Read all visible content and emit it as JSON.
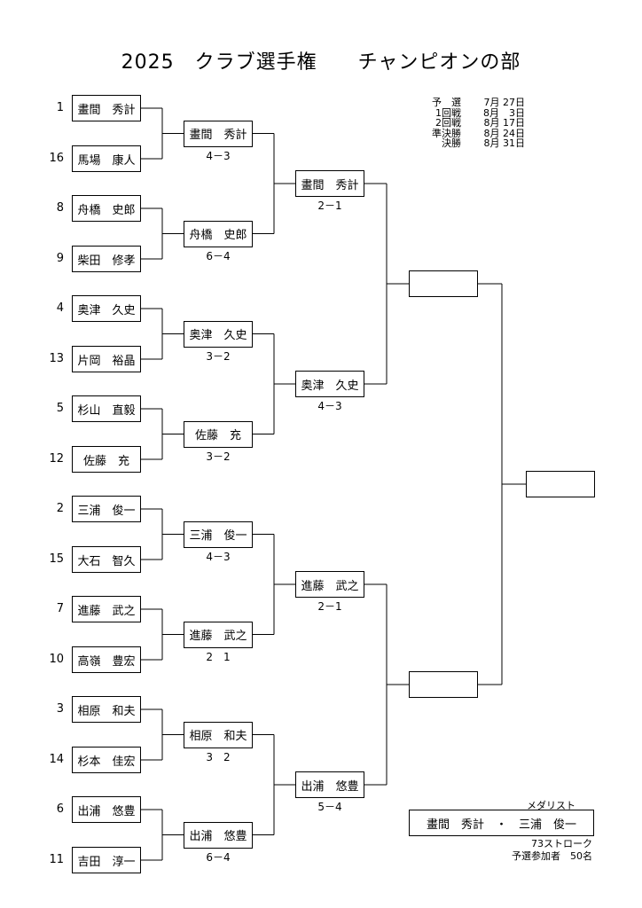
{
  "title": "2025　クラブ選手権　　チャンピオンの部",
  "schedule": [
    {
      "round": "予　選",
      "date": "7月 27日"
    },
    {
      "round": "1回戦",
      "date": "8月　3日"
    },
    {
      "round": "2回戦",
      "date": "8月 17日"
    },
    {
      "round": "準決勝",
      "date": "8月 24日"
    },
    {
      "round": "決勝",
      "date": "8月 31日"
    }
  ],
  "round1": [
    {
      "seed": "1",
      "name": "畫間　秀計"
    },
    {
      "seed": "16",
      "name": "馬場　康人"
    },
    {
      "seed": "8",
      "name": "舟橋　史郎"
    },
    {
      "seed": "9",
      "name": "柴田　修孝"
    },
    {
      "seed": "4",
      "name": "奥津　久史"
    },
    {
      "seed": "13",
      "name": "片岡　裕晶"
    },
    {
      "seed": "5",
      "name": "杉山　直毅"
    },
    {
      "seed": "12",
      "name": "佐藤　充"
    },
    {
      "seed": "2",
      "name": "三浦　俊一"
    },
    {
      "seed": "15",
      "name": "大石　智久"
    },
    {
      "seed": "7",
      "name": "進藤　武之"
    },
    {
      "seed": "10",
      "name": "高嶺　豊宏"
    },
    {
      "seed": "3",
      "name": "相原　和夫"
    },
    {
      "seed": "14",
      "name": "杉本　佳宏"
    },
    {
      "seed": "6",
      "name": "出浦　悠豊"
    },
    {
      "seed": "11",
      "name": "吉田　淳一"
    }
  ],
  "round2": [
    {
      "name": "畫間　秀計",
      "score": "4－3"
    },
    {
      "name": "舟橋　史郎",
      "score": "6－4"
    },
    {
      "name": "奥津　久史",
      "score": "3－2"
    },
    {
      "name": "佐藤　充",
      "score": "3－2"
    },
    {
      "name": "三浦　俊一",
      "score": "4－3"
    },
    {
      "name": "進藤　武之",
      "score": "2　1"
    },
    {
      "name": "相原　和夫",
      "score": "3　2"
    },
    {
      "name": "出浦　悠豊",
      "score": "6－4"
    }
  ],
  "quarterfinal": [
    {
      "name": "畫間　秀計",
      "score": "2－1"
    },
    {
      "name": "奥津　久史",
      "score": "4－3"
    },
    {
      "name": "進藤　武之",
      "score": "2－1"
    },
    {
      "name": "出浦　悠豊",
      "score": "5－4"
    }
  ],
  "semifinal": [
    {
      "name": ""
    },
    {
      "name": ""
    }
  ],
  "final": {
    "name": ""
  },
  "medalist": {
    "label": "メダリスト",
    "names": "畫間　秀計　・　三浦　俊一",
    "stroke": "73ストローク",
    "participants": "予選参加者　50名"
  }
}
